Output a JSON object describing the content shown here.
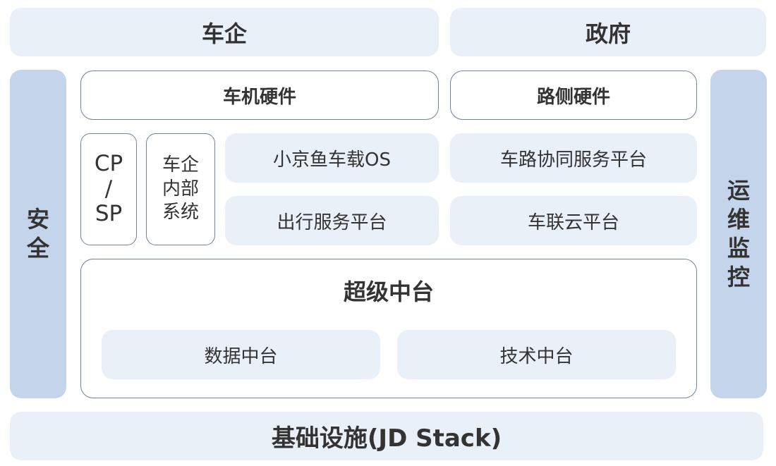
{
  "top": {
    "automakers": "车企",
    "government": "政府"
  },
  "left_bar": {
    "chars": [
      "安",
      "全"
    ]
  },
  "right_bar": {
    "chars": [
      "运",
      "维",
      "监",
      "控"
    ]
  },
  "hardware": {
    "vehicle": "车机硬件",
    "roadside": "路侧硬件"
  },
  "cp_sp": {
    "lines": [
      "CP",
      "/",
      "SP"
    ]
  },
  "internal": {
    "lines": [
      "车企",
      "内部",
      "系统"
    ]
  },
  "platforms": {
    "in_vehicle_os": "小京鱼车载OS",
    "v2x_service": "车路协同服务平台",
    "mobility_service": "出行服务平台",
    "iov_cloud": "车联云平台"
  },
  "super_platform": {
    "title": "超级中台",
    "data": "数据中台",
    "tech": "技术中台"
  },
  "infrastructure": {
    "label": "基础设施(JD Stack)"
  },
  "colors": {
    "light_fill": "#eaf0f8",
    "side_fill": "#c3d4eb",
    "border": "#6f84a8",
    "text": "#333333"
  }
}
